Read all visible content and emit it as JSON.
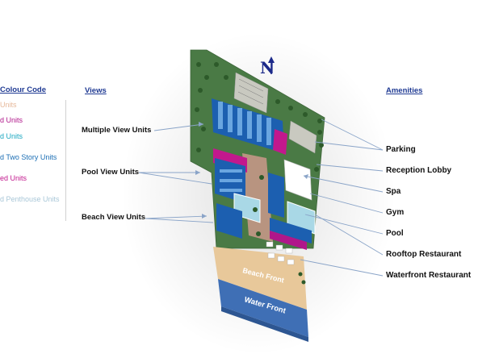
{
  "legend": {
    "title": "Colour Code",
    "items": [
      {
        "text": "Units",
        "color": "#e6b89a"
      },
      {
        "text": "d Units",
        "color": "#b0178a"
      },
      {
        "text": "d Units",
        "color": "#1aa7c0"
      },
      {
        "text": "d Two Story Units",
        "color": "#1c6fb5"
      },
      {
        "text": "ed Units",
        "color": "#c2188d"
      },
      {
        "text": "d Penthouse Units",
        "color": "#a9c7d8"
      }
    ]
  },
  "views": {
    "title": "Views",
    "items": [
      "Multiple View Units",
      "Pool View Units",
      "Beach View Units"
    ]
  },
  "amenities": {
    "title": "Amenities",
    "items": [
      "Parking",
      "Reception Lobby",
      "Spa",
      "Gym",
      "Pool",
      "Rooftop Restaurant",
      "Waterfront Restaurant"
    ]
  },
  "map": {
    "compass": "N",
    "beach_label": "Beach Front",
    "water_label": "Water Front"
  },
  "colors": {
    "ground": "#4a7a45",
    "beach": "#e8c89a",
    "water": "#3f6fb5",
    "units_blue": "#1c5fb0",
    "units_magenta": "#c2188d",
    "pool": "#a9d8e6",
    "leader": "#8aa4c8"
  }
}
